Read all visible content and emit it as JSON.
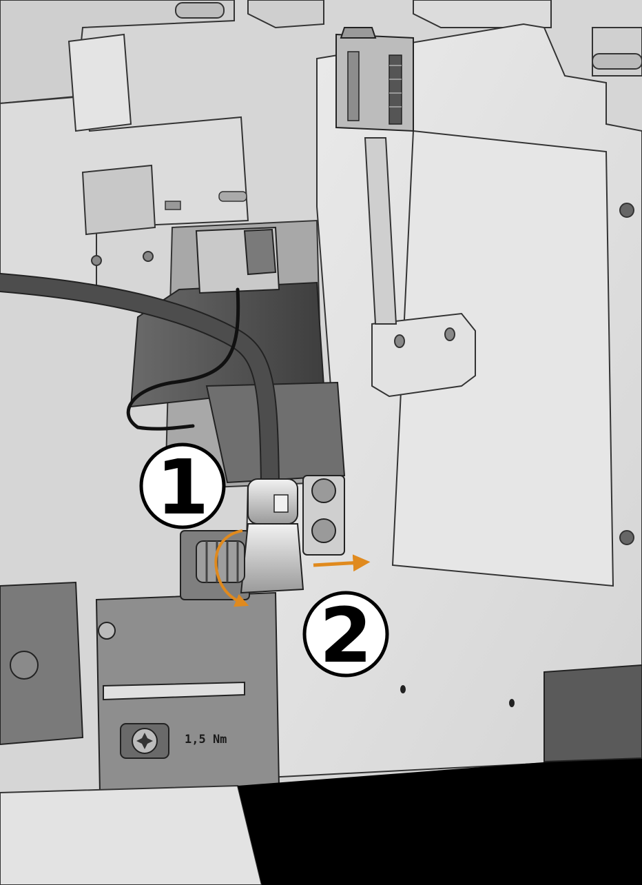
{
  "figure": {
    "description_kind": "assembly-instruction-illustration",
    "steps": [
      {
        "number": "1",
        "action": "cable"
      },
      {
        "number": "2",
        "action": "pull-connector"
      }
    ],
    "torque_label": "1,5 Nm",
    "colors": {
      "background": "#d9d9d9",
      "panel": "#e8e8e8",
      "panel_edge": "#333333",
      "dark_part": "#5a5a5a",
      "cable": "#4d4d4d",
      "wire": "#111111",
      "accent": "#e08a1e",
      "black_cover": "#000000"
    },
    "icons": [
      "rotate-arrow-icon",
      "pull-arrow-icon",
      "torx-screw-icon"
    ]
  }
}
